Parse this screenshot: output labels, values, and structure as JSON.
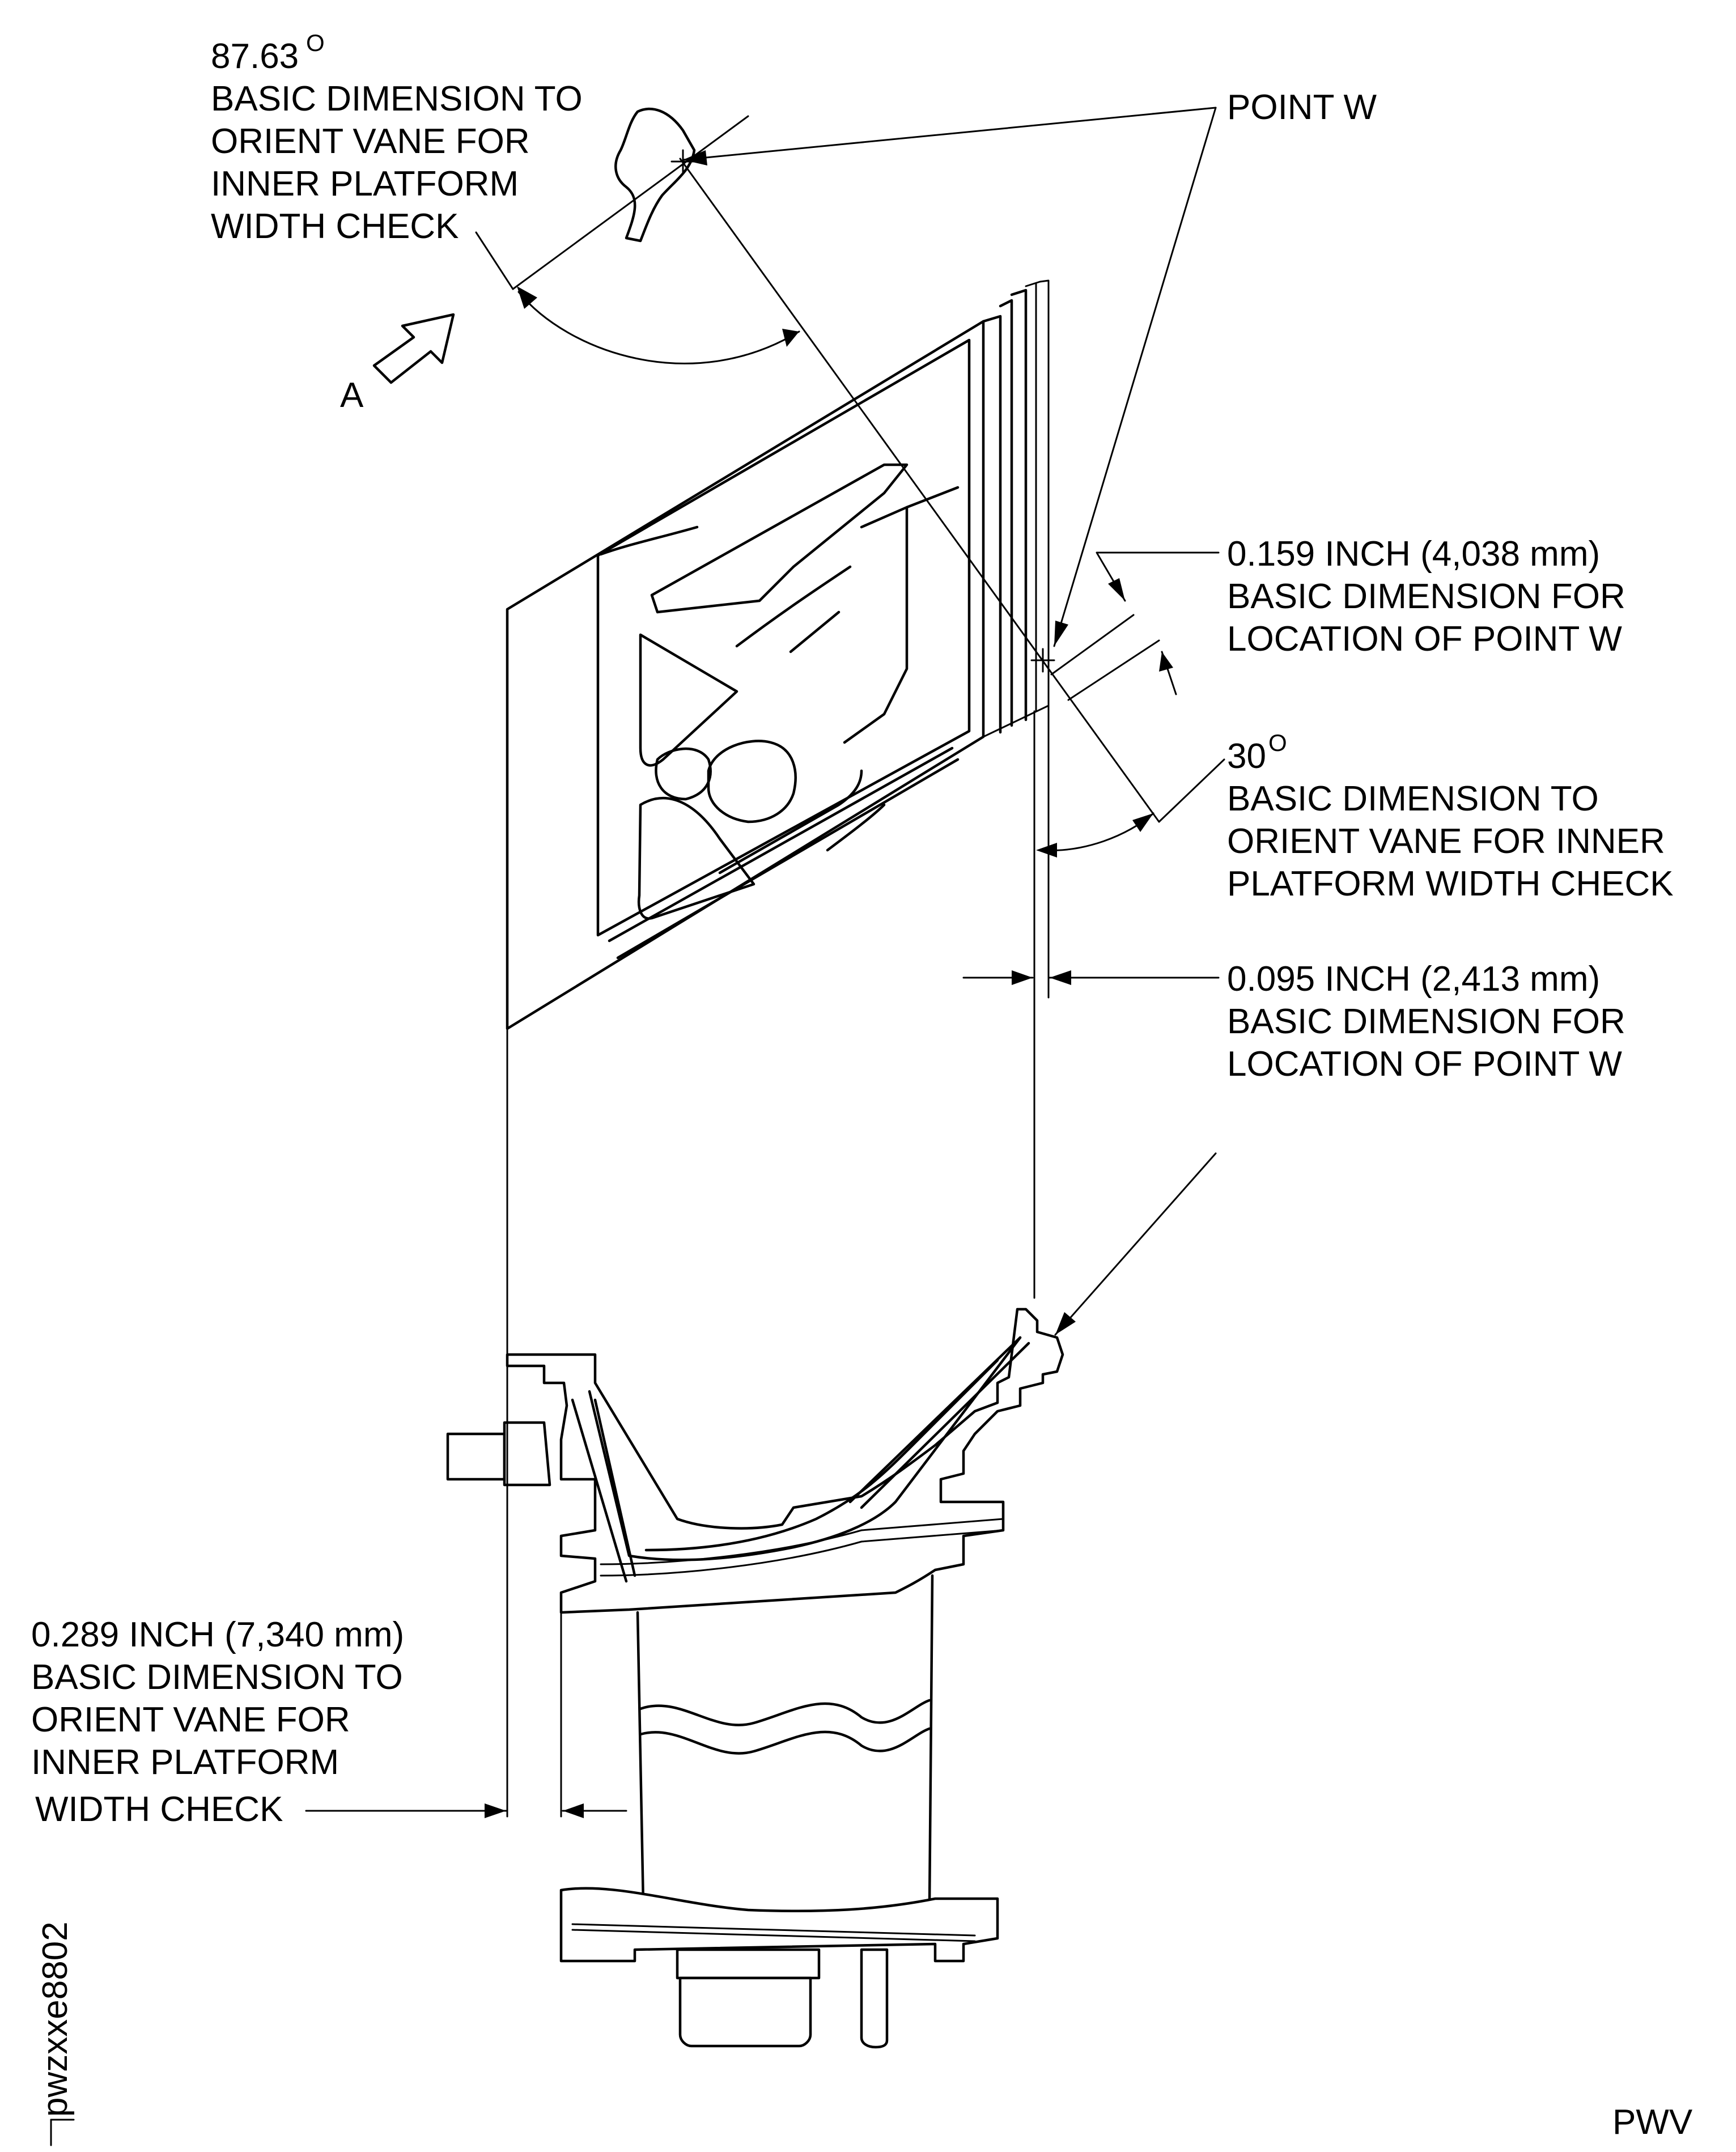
{
  "labels": {
    "top_angle_value": "87.63",
    "top_angle_unit": "O",
    "top_angle_lines": [
      "BASIC DIMENSION TO",
      "ORIENT VANE FOR",
      "INNER PLATFORM",
      "WIDTH CHECK"
    ],
    "view_arrow": "A",
    "point_w": "POINT W",
    "dim_0159_lines": [
      "0.159 INCH (4,038 mm)",
      "BASIC DIMENSION FOR",
      "LOCATION OF POINT W"
    ],
    "right_angle_value": "30",
    "right_angle_unit": "O",
    "right_angle_lines": [
      "BASIC DIMENSION TO",
      "ORIENT VANE FOR INNER",
      "PLATFORM WIDTH CHECK"
    ],
    "dim_0095_lines": [
      "0.095 INCH (2,413 mm)",
      "BASIC DIMENSION FOR",
      "LOCATION OF POINT W"
    ],
    "dim_0289_lines": [
      "0.289 INCH (7,340 mm)",
      "BASIC DIMENSION TO",
      "ORIENT VANE FOR",
      "INNER PLATFORM",
      "WIDTH CHECK"
    ],
    "figure_id": "pwzxxe8802",
    "corner_code": "PWV"
  }
}
